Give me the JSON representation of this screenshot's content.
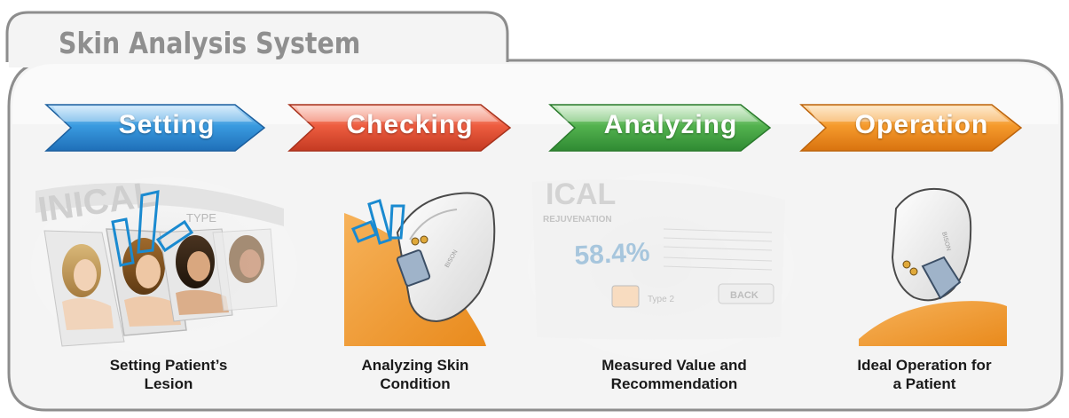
{
  "title": "Skin Analysis System",
  "steps": [
    {
      "label": "Setting",
      "color": "#2f8fd8",
      "caption_line1": "Setting Patient’s",
      "caption_line2": "Lesion"
    },
    {
      "label": "Checking",
      "color": "#e8533a",
      "caption_line1": "Analyzing Skin",
      "caption_line2": "Condition"
    },
    {
      "label": "Analyzing",
      "color": "#4aa84a",
      "caption_line1": "Measured Value and",
      "caption_line2": "Recommendation"
    },
    {
      "label": "Operation",
      "color": "#f08c1e",
      "caption_line1": "Ideal Operation for",
      "caption_line2": "a Patient"
    }
  ],
  "screen_analyzing": {
    "heading": "ICAL",
    "subheading": "REJUVENATION",
    "value": "58.4%",
    "button": "BACK",
    "type_label": "Type 2"
  },
  "screen_setting": {
    "heading": "INICAL",
    "type_label": "TYPE"
  },
  "device_brand": "BISON"
}
